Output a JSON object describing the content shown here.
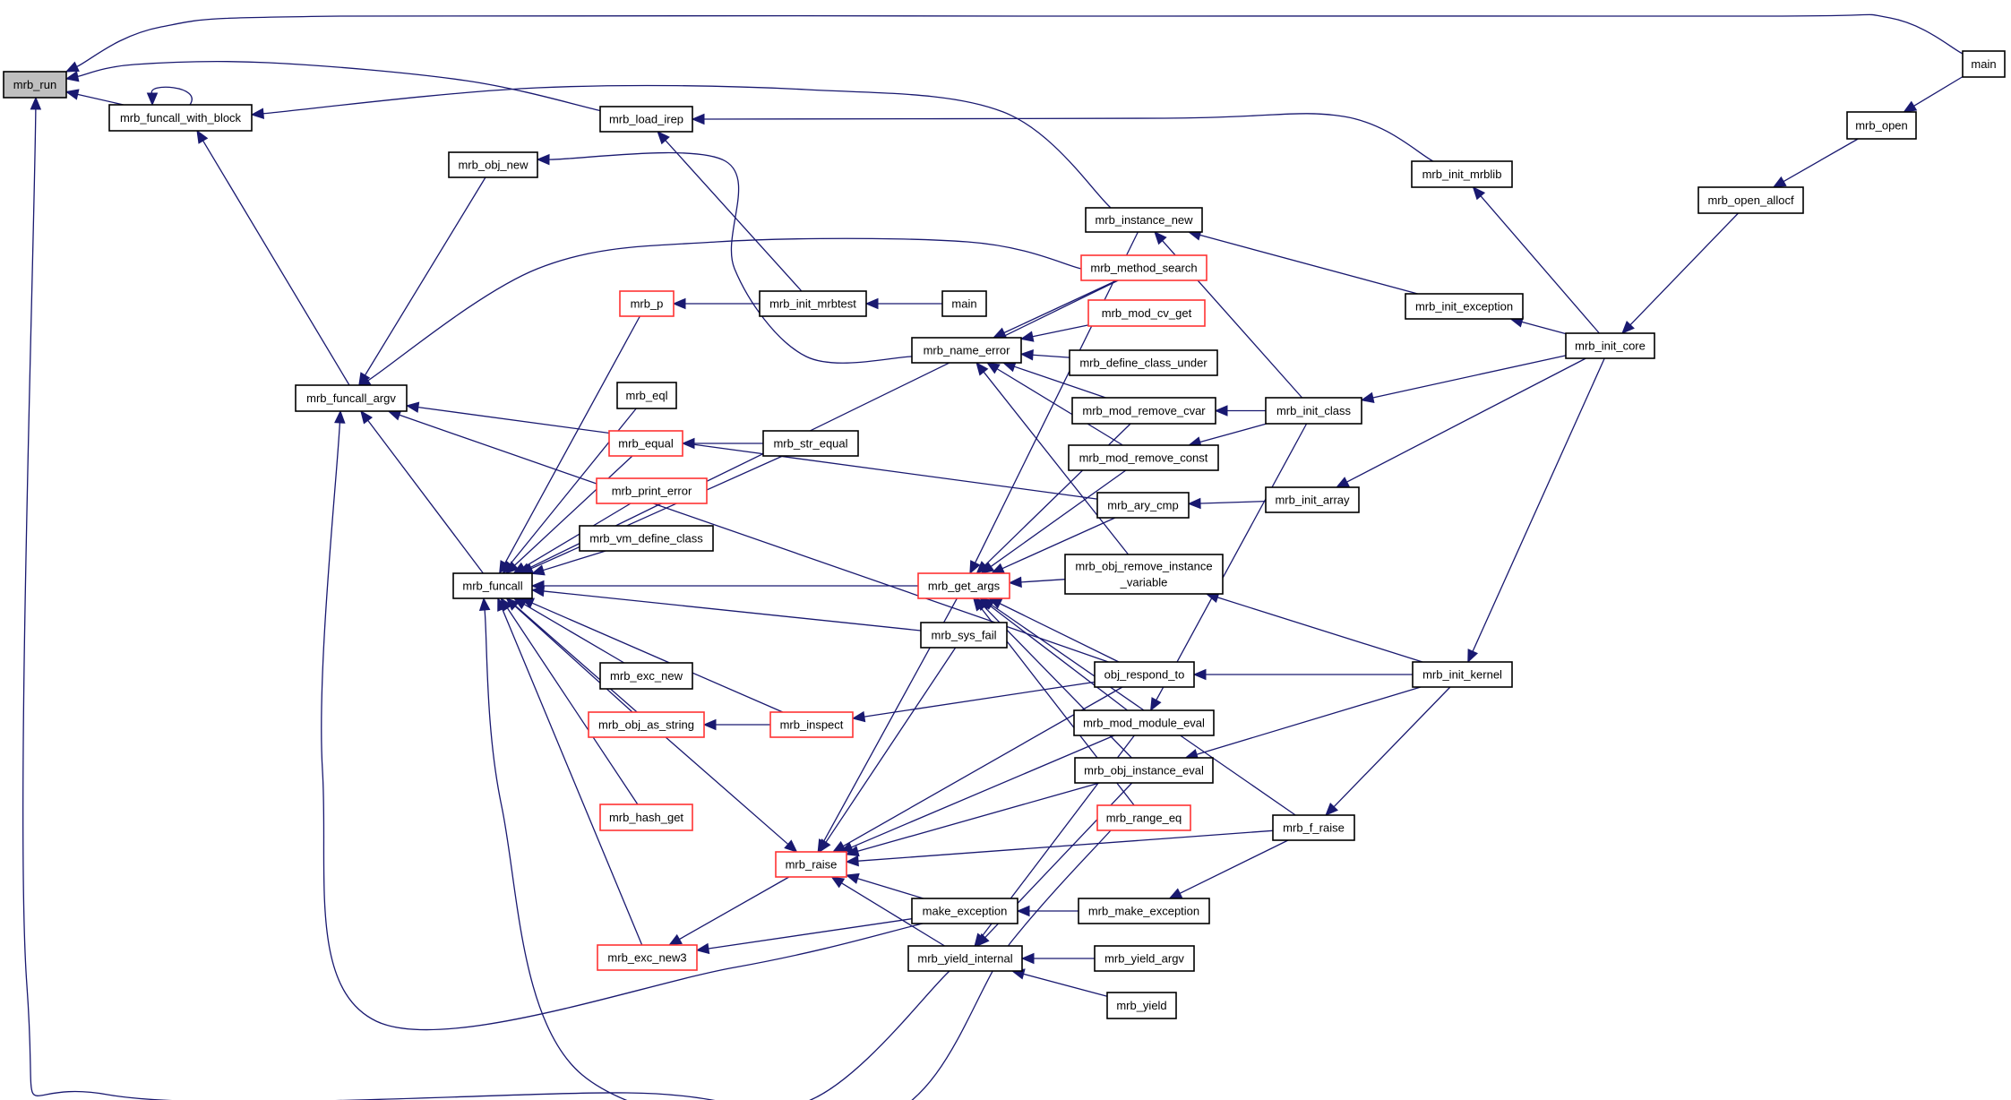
{
  "graph": {
    "type": "call-graph",
    "direction": "right-to-left (callers point to callees)",
    "root": "mrb_run",
    "colors": {
      "edge": "#191970",
      "root_fill": "#bfbfbf",
      "truncated_border": "#ff3333",
      "node_border": "#000000"
    },
    "nodes": [
      {
        "id": "mrb_run",
        "label": "mrb_run",
        "style": "root"
      },
      {
        "id": "mrb_funcall_with_block",
        "label": "mrb_funcall_with_block",
        "style": "normal"
      },
      {
        "id": "mrb_load_irep",
        "label": "mrb_load_irep",
        "style": "normal"
      },
      {
        "id": "main_top",
        "label": "main",
        "style": "normal"
      },
      {
        "id": "mrb_open",
        "label": "mrb_open",
        "style": "normal"
      },
      {
        "id": "mrb_init_mrblib",
        "label": "mrb_init_mrblib",
        "style": "normal"
      },
      {
        "id": "mrb_obj_new",
        "label": "mrb_obj_new",
        "style": "normal"
      },
      {
        "id": "mrb_open_allocf",
        "label": "mrb_open_allocf",
        "style": "normal"
      },
      {
        "id": "mrb_instance_new",
        "label": "mrb_instance_new",
        "style": "normal"
      },
      {
        "id": "mrb_method_search",
        "label": "mrb_method_search",
        "style": "red"
      },
      {
        "id": "mrb_p",
        "label": "mrb_p",
        "style": "red"
      },
      {
        "id": "mrb_init_mrbtest",
        "label": "mrb_init_mrbtest",
        "style": "normal"
      },
      {
        "id": "main_mid",
        "label": "main",
        "style": "normal"
      },
      {
        "id": "mrb_mod_cv_get",
        "label": "mrb_mod_cv_get",
        "style": "red"
      },
      {
        "id": "mrb_init_exception",
        "label": "mrb_init_exception",
        "style": "normal"
      },
      {
        "id": "mrb_name_error",
        "label": "mrb_name_error",
        "style": "normal"
      },
      {
        "id": "mrb_init_core",
        "label": "mrb_init_core",
        "style": "normal"
      },
      {
        "id": "mrb_define_class_under",
        "label": "mrb_define_class_under",
        "style": "normal"
      },
      {
        "id": "mrb_funcall_argv",
        "label": "mrb_funcall_argv",
        "style": "normal"
      },
      {
        "id": "mrb_eql",
        "label": "mrb_eql",
        "style": "normal"
      },
      {
        "id": "mrb_mod_remove_cvar",
        "label": "mrb_mod_remove_cvar",
        "style": "normal"
      },
      {
        "id": "mrb_init_class",
        "label": "mrb_init_class",
        "style": "normal"
      },
      {
        "id": "mrb_equal",
        "label": "mrb_equal",
        "style": "red"
      },
      {
        "id": "mrb_str_equal",
        "label": "mrb_str_equal",
        "style": "normal"
      },
      {
        "id": "mrb_mod_remove_const",
        "label": "mrb_mod_remove_const",
        "style": "normal"
      },
      {
        "id": "mrb_print_error",
        "label": "mrb_print_error",
        "style": "red"
      },
      {
        "id": "mrb_ary_cmp",
        "label": "mrb_ary_cmp",
        "style": "normal"
      },
      {
        "id": "mrb_init_array",
        "label": "mrb_init_array",
        "style": "normal"
      },
      {
        "id": "mrb_vm_define_class",
        "label": "mrb_vm_define_class",
        "style": "normal"
      },
      {
        "id": "mrb_obj_remove_instance_variable",
        "label": "mrb_obj_remove_instance",
        "label2": "_variable",
        "style": "normal"
      },
      {
        "id": "mrb_funcall",
        "label": "mrb_funcall",
        "style": "normal"
      },
      {
        "id": "mrb_get_args",
        "label": "mrb_get_args",
        "style": "red"
      },
      {
        "id": "mrb_sys_fail",
        "label": "mrb_sys_fail",
        "style": "normal"
      },
      {
        "id": "mrb_exc_new",
        "label": "mrb_exc_new",
        "style": "normal"
      },
      {
        "id": "obj_respond_to",
        "label": "obj_respond_to",
        "style": "normal"
      },
      {
        "id": "mrb_init_kernel",
        "label": "mrb_init_kernel",
        "style": "normal"
      },
      {
        "id": "mrb_obj_as_string",
        "label": "mrb_obj_as_string",
        "style": "red"
      },
      {
        "id": "mrb_inspect",
        "label": "mrb_inspect",
        "style": "red"
      },
      {
        "id": "mrb_mod_module_eval",
        "label": "mrb_mod_module_eval",
        "style": "normal"
      },
      {
        "id": "mrb_obj_instance_eval",
        "label": "mrb_obj_instance_eval",
        "style": "normal"
      },
      {
        "id": "mrb_hash_get",
        "label": "mrb_hash_get",
        "style": "red"
      },
      {
        "id": "mrb_range_eq",
        "label": "mrb_range_eq",
        "style": "red"
      },
      {
        "id": "mrb_f_raise",
        "label": "mrb_f_raise",
        "style": "normal"
      },
      {
        "id": "mrb_raise",
        "label": "mrb_raise",
        "style": "red"
      },
      {
        "id": "make_exception",
        "label": "make_exception",
        "style": "normal"
      },
      {
        "id": "mrb_make_exception",
        "label": "mrb_make_exception",
        "style": "normal"
      },
      {
        "id": "mrb_exc_new3",
        "label": "mrb_exc_new3",
        "style": "red"
      },
      {
        "id": "mrb_yield_internal",
        "label": "mrb_yield_internal",
        "style": "normal"
      },
      {
        "id": "mrb_yield_argv",
        "label": "mrb_yield_argv",
        "style": "normal"
      },
      {
        "id": "mrb_yield",
        "label": "mrb_yield",
        "style": "normal"
      }
    ],
    "edges": [
      {
        "from": "mrb_funcall_with_block",
        "to": "mrb_run"
      },
      {
        "from": "main_top",
        "to": "mrb_run"
      },
      {
        "from": "mrb_load_irep",
        "to": "mrb_run"
      },
      {
        "from": "mrb_yield_internal",
        "to": "mrb_run"
      },
      {
        "from": "mrb_funcall_with_block",
        "to": "mrb_funcall_with_block"
      },
      {
        "from": "mrb_instance_new",
        "to": "mrb_funcall_with_block"
      },
      {
        "from": "mrb_funcall_argv",
        "to": "mrb_funcall_with_block"
      },
      {
        "from": "mrb_init_mrblib",
        "to": "mrb_load_irep"
      },
      {
        "from": "mrb_init_mrbtest",
        "to": "mrb_load_irep"
      },
      {
        "from": "main_top",
        "to": "mrb_open"
      },
      {
        "from": "mrb_open",
        "to": "mrb_open_allocf"
      },
      {
        "from": "mrb_open_allocf",
        "to": "mrb_init_core"
      },
      {
        "from": "mrb_init_core",
        "to": "mrb_init_mrblib"
      },
      {
        "from": "mrb_init_core",
        "to": "mrb_init_exception"
      },
      {
        "from": "mrb_init_core",
        "to": "mrb_init_class"
      },
      {
        "from": "mrb_init_core",
        "to": "mrb_init_array"
      },
      {
        "from": "mrb_init_core",
        "to": "mrb_init_kernel"
      },
      {
        "from": "mrb_init_exception",
        "to": "mrb_instance_new"
      },
      {
        "from": "mrb_init_class",
        "to": "mrb_instance_new"
      },
      {
        "from": "mrb_init_class",
        "to": "mrb_mod_remove_cvar"
      },
      {
        "from": "mrb_init_class",
        "to": "mrb_mod_remove_const"
      },
      {
        "from": "mrb_init_class",
        "to": "mrb_mod_module_eval"
      },
      {
        "from": "mrb_init_array",
        "to": "mrb_ary_cmp"
      },
      {
        "from": "mrb_init_kernel",
        "to": "obj_respond_to"
      },
      {
        "from": "mrb_init_kernel",
        "to": "mrb_obj_instance_eval"
      },
      {
        "from": "mrb_init_kernel",
        "to": "mrb_obj_remove_instance_variable"
      },
      {
        "from": "mrb_init_kernel",
        "to": "mrb_f_raise"
      },
      {
        "from": "mrb_f_raise",
        "to": "mrb_make_exception"
      },
      {
        "from": "mrb_f_raise",
        "to": "mrb_raise"
      },
      {
        "from": "mrb_f_raise",
        "to": "mrb_get_args"
      },
      {
        "from": "mrb_obj_new",
        "to": "mrb_funcall_argv"
      },
      {
        "from": "mrb_name_error",
        "to": "mrb_obj_new"
      },
      {
        "from": "mrb_method_search",
        "to": "mrb_funcall_argv"
      },
      {
        "from": "mrb_ary_cmp",
        "to": "mrb_funcall_argv"
      },
      {
        "from": "obj_respond_to",
        "to": "mrb_funcall_argv"
      },
      {
        "from": "make_exception",
        "to": "mrb_funcall_argv"
      },
      {
        "from": "mrb_funcall",
        "to": "mrb_funcall_argv"
      },
      {
        "from": "mrb_p",
        "to": "mrb_funcall"
      },
      {
        "from": "mrb_eql",
        "to": "mrb_funcall"
      },
      {
        "from": "mrb_equal",
        "to": "mrb_funcall"
      },
      {
        "from": "mrb_print_error",
        "to": "mrb_funcall"
      },
      {
        "from": "mrb_vm_define_class",
        "to": "mrb_funcall"
      },
      {
        "from": "mrb_exc_new",
        "to": "mrb_funcall"
      },
      {
        "from": "mrb_obj_as_string",
        "to": "mrb_funcall"
      },
      {
        "from": "mrb_hash_get",
        "to": "mrb_funcall"
      },
      {
        "from": "mrb_exc_new3",
        "to": "mrb_funcall"
      },
      {
        "from": "mrb_get_args",
        "to": "mrb_funcall"
      },
      {
        "from": "mrb_sys_fail",
        "to": "mrb_funcall"
      },
      {
        "from": "mrb_inspect",
        "to": "mrb_funcall"
      },
      {
        "from": "mrb_str_equal",
        "to": "mrb_funcall"
      },
      {
        "from": "mrb_method_search",
        "to": "mrb_funcall"
      },
      {
        "from": "mrb_range_eq",
        "to": "mrb_funcall"
      },
      {
        "from": "mrb_funcall",
        "to": "mrb_raise"
      },
      {
        "from": "mrb_init_mrbtest",
        "to": "mrb_p"
      },
      {
        "from": "main_mid",
        "to": "mrb_init_mrbtest"
      },
      {
        "from": "mrb_str_equal",
        "to": "mrb_equal"
      },
      {
        "from": "mrb_inspect",
        "to": "mrb_obj_as_string"
      },
      {
        "from": "obj_respond_to",
        "to": "mrb_inspect"
      },
      {
        "from": "mrb_method_search",
        "to": "mrb_name_error"
      },
      {
        "from": "mrb_mod_cv_get",
        "to": "mrb_name_error"
      },
      {
        "from": "mrb_define_class_under",
        "to": "mrb_name_error"
      },
      {
        "from": "mrb_mod_remove_cvar",
        "to": "mrb_name_error"
      },
      {
        "from": "mrb_mod_remove_const",
        "to": "mrb_name_error"
      },
      {
        "from": "mrb_obj_remove_instance_variable",
        "to": "mrb_name_error"
      },
      {
        "from": "mrb_instance_new",
        "to": "mrb_get_args"
      },
      {
        "from": "mrb_mod_remove_const",
        "to": "mrb_get_args"
      },
      {
        "from": "mrb_mod_remove_cvar",
        "to": "mrb_get_args"
      },
      {
        "from": "mrb_ary_cmp",
        "to": "mrb_get_args"
      },
      {
        "from": "mrb_obj_remove_instance_variable",
        "to": "mrb_get_args"
      },
      {
        "from": "obj_respond_to",
        "to": "mrb_get_args"
      },
      {
        "from": "mrb_mod_module_eval",
        "to": "mrb_get_args"
      },
      {
        "from": "mrb_obj_instance_eval",
        "to": "mrb_get_args"
      },
      {
        "from": "mrb_range_eq",
        "to": "mrb_get_args"
      },
      {
        "from": "mrb_get_args",
        "to": "mrb_raise"
      },
      {
        "from": "mrb_sys_fail",
        "to": "mrb_raise"
      },
      {
        "from": "obj_respond_to",
        "to": "mrb_raise"
      },
      {
        "from": "mrb_mod_module_eval",
        "to": "mrb_raise"
      },
      {
        "from": "mrb_obj_instance_eval",
        "to": "mrb_raise"
      },
      {
        "from": "make_exception",
        "to": "mrb_raise"
      },
      {
        "from": "mrb_yield_internal",
        "to": "mrb_raise"
      },
      {
        "from": "mrb_raise",
        "to": "mrb_exc_new3"
      },
      {
        "from": "make_exception",
        "to": "mrb_exc_new3"
      },
      {
        "from": "mrb_make_exception",
        "to": "make_exception"
      },
      {
        "from": "mrb_yield_argv",
        "to": "mrb_yield_internal"
      },
      {
        "from": "mrb_yield",
        "to": "mrb_yield_internal"
      },
      {
        "from": "mrb_mod_module_eval",
        "to": "mrb_yield_internal"
      },
      {
        "from": "mrb_obj_instance_eval",
        "to": "mrb_yield_internal"
      }
    ]
  }
}
